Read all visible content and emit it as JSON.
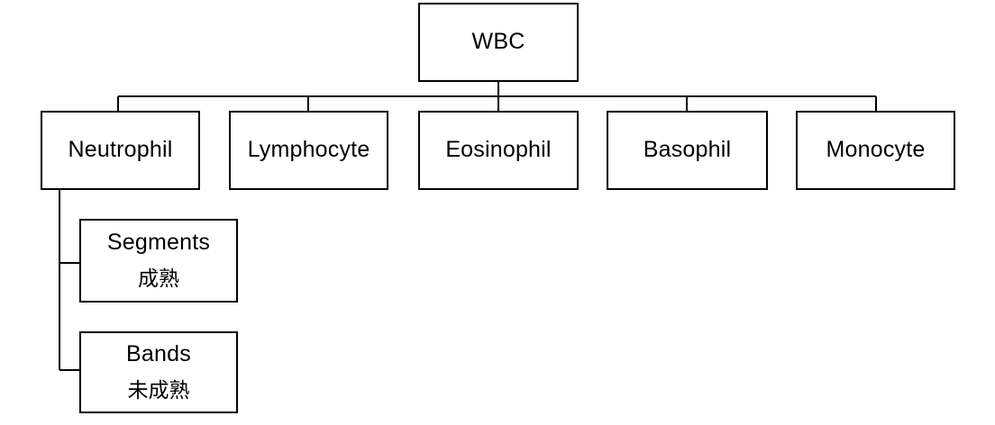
{
  "diagram": {
    "title": "WBC",
    "type": "tree-hierarchy",
    "orientation": "top-down",
    "line_color": "#000000",
    "box_border_color": "#000000",
    "background_color": "#ffffff",
    "text_color": "#000000",
    "root": {
      "id": "wbc",
      "label": "WBC"
    },
    "level2": [
      {
        "id": "neutrophil",
        "label": "Neutrophil"
      },
      {
        "id": "lymphocyte",
        "label": "Lymphocyte"
      },
      {
        "id": "eosinophil",
        "label": "Eosinophil"
      },
      {
        "id": "basophil",
        "label": "Basophil"
      },
      {
        "id": "monocyte",
        "label": "Monocyte"
      }
    ],
    "level3": [
      {
        "id": "segments",
        "label": "Segments",
        "sublabel": "成熟",
        "parent": "neutrophil"
      },
      {
        "id": "bands",
        "label": "Bands",
        "sublabel": "未成熟",
        "parent": "neutrophil"
      }
    ]
  }
}
